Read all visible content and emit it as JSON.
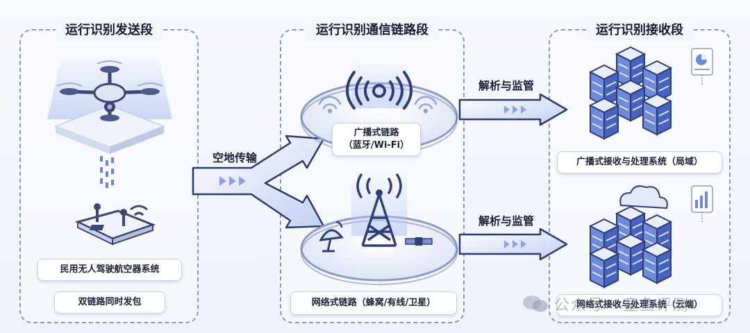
{
  "sections": {
    "send": {
      "title": "运行识别发送段"
    },
    "link": {
      "title": "运行识别通信链路段"
    },
    "receive": {
      "title": "运行识别接收段"
    }
  },
  "send": {
    "system_label": "民用无人驾驶航空器系统",
    "dual_label": "双链路同时发包"
  },
  "air_ground_label": "空地传输",
  "link": {
    "broadcast_line1": "广播式链路",
    "broadcast_line2": "（蓝牙/Wi-Fi）",
    "network_label": "网络式链路（蜂窝/有线/卫星）"
  },
  "parse_label_top": "解析与监管",
  "parse_label_bottom": "解析与监管",
  "receive": {
    "broadcast_system": "广播式接收与处理系统（局域）",
    "network_system": "网络式接收与处理系统（云端）"
  },
  "watermark": "公众号 · 童鱼评测",
  "colors": {
    "accent": "#3b5bd9",
    "dashed_border": "#8c97b8",
    "server_blue": "#5a78d6"
  }
}
